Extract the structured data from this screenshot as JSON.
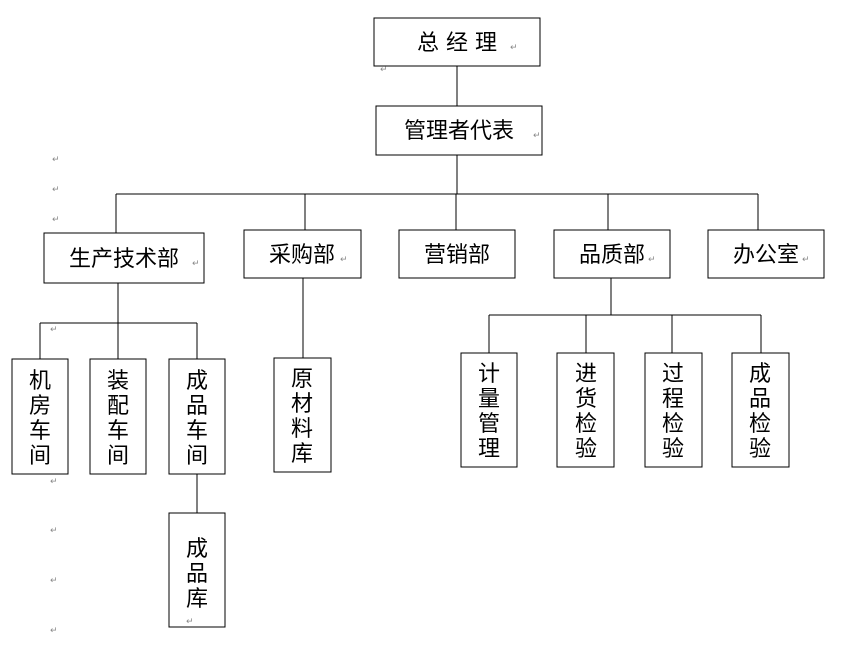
{
  "org": {
    "gm": "总 经 理",
    "rep": "管理者代表",
    "dept_prod": "生产技术部",
    "dept_purchase": "采购部",
    "dept_sales": "营销部",
    "dept_quality": "品质部",
    "dept_office": "办公室",
    "unit_machine": [
      "机",
      "房",
      "车",
      "间"
    ],
    "unit_assembly": [
      "装",
      "配",
      "车",
      "间"
    ],
    "unit_finished_ws": [
      "成",
      "品",
      "车",
      "间"
    ],
    "unit_finished_store": [
      "成",
      "品",
      "库"
    ],
    "unit_raw": [
      "原",
      "材",
      "料",
      "库"
    ],
    "unit_measure": [
      "计",
      "量",
      "管",
      "理"
    ],
    "unit_incoming": [
      "进",
      "货",
      "检",
      "验"
    ],
    "unit_process": [
      "过",
      "程",
      "检",
      "验"
    ],
    "unit_final": [
      "成",
      "品",
      "检",
      "验"
    ]
  },
  "marks": {
    "return": "↵"
  }
}
